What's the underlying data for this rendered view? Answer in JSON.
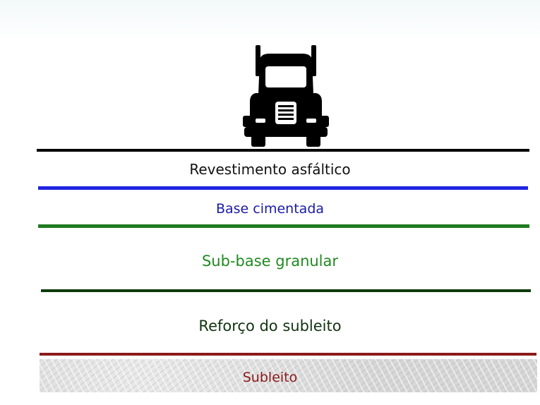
{
  "diagram": {
    "vehicle_icon": "semi-truck-front-icon",
    "layers": [
      {
        "label": "Revestimento asfáltico",
        "color": "#111111",
        "boundary_color": "#000000"
      },
      {
        "label": "Base cimentada",
        "color": "#1a1aa6",
        "boundary_color": "#1f24e0"
      },
      {
        "label": "Sub-base granular",
        "color": "#1f8a1f",
        "boundary_color": "#1f7a1f"
      },
      {
        "label": "Reforço do subleito",
        "color": "#113311",
        "boundary_color": "#0d3a0d"
      },
      {
        "label": "Subleito",
        "color": "#8b1a1a",
        "boundary_color": "#8b1a1a"
      }
    ]
  }
}
